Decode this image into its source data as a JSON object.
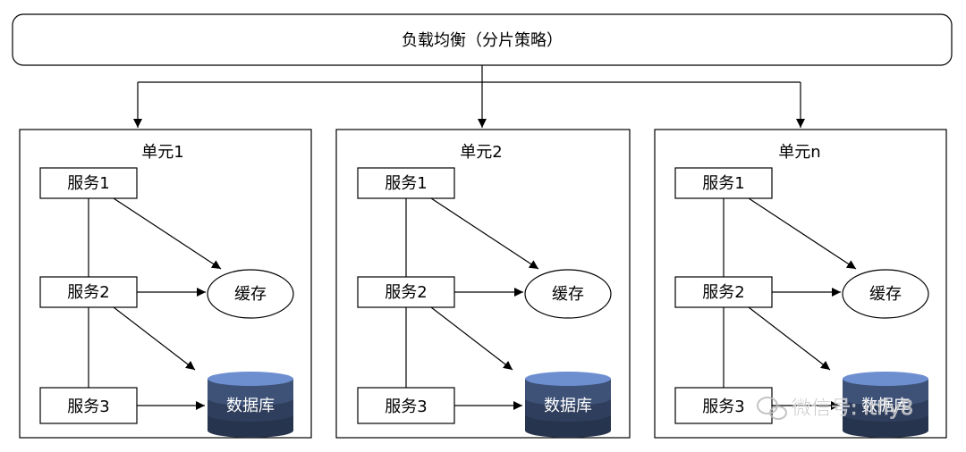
{
  "load_balancer": {
    "label": "负载均衡（分片策略）"
  },
  "units": [
    {
      "title": "单元1",
      "service1": "服务1",
      "service2": "服务2",
      "service3": "服务3",
      "cache": "缓存",
      "database": "数据库"
    },
    {
      "title": "单元2",
      "service1": "服务1",
      "service2": "服务2",
      "service3": "服务3",
      "cache": "缓存",
      "database": "数据库"
    },
    {
      "title": "单元n",
      "service1": "服务1",
      "service2": "服务2",
      "service3": "服务3",
      "cache": "缓存",
      "database": "数据库"
    }
  ],
  "watermark": {
    "text": "微信号: itfly8"
  },
  "colors": {
    "stroke": "#000000",
    "db_top": "#6d8fd0",
    "db_band1": "#3e5277",
    "db_band2": "#2f3e5c",
    "db_band3": "#27344d",
    "watermark": "#b9b9b9"
  }
}
